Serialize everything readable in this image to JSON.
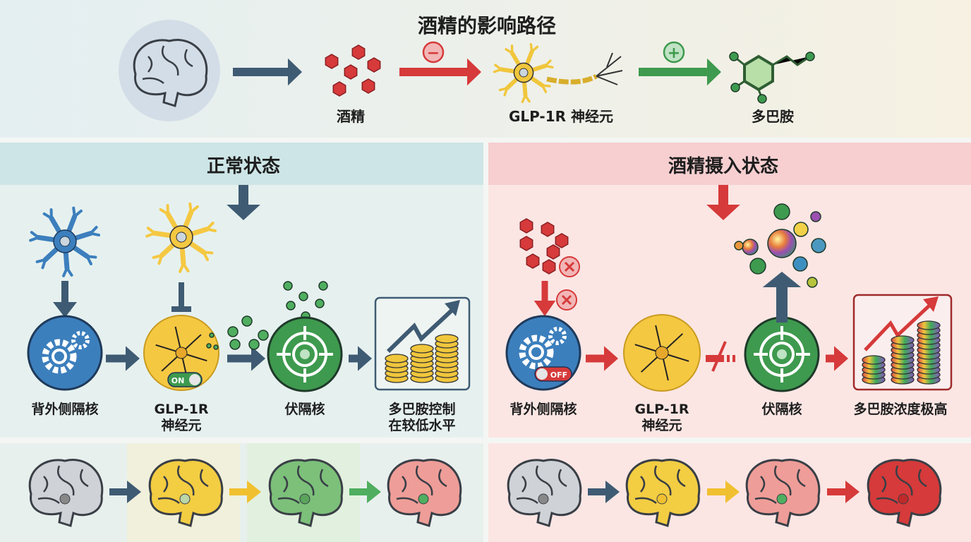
{
  "title": "酒精的影响路径",
  "top": {
    "alcohol_label": "酒精",
    "neuron_label": "GLP-1R 神经元",
    "dopamine_label": "多巴胺",
    "minus_sign": "−",
    "plus_sign": "+"
  },
  "normal": {
    "header": "正常状态",
    "dls_label": "背外侧隔核",
    "glp_label_1": "GLP-1R",
    "glp_label_2": "神经元",
    "toggle": "ON",
    "nac_label": "伏隔核",
    "result_1": "多巴胺控制",
    "result_2": "在较低水平"
  },
  "alcohol": {
    "header": "酒精摄入状态",
    "dls_label": "背外侧隔核",
    "glp_label_1": "GLP-1R",
    "glp_label_2": "神经元",
    "toggle": "OFF",
    "nac_label": "伏隔核",
    "result": "多巴胺浓度极高"
  },
  "colors": {
    "slate": "#3f5b73",
    "red": "#d63a3a",
    "green": "#3e9a4e",
    "yellow": "#f4c843",
    "blue": "#3c7fbd",
    "normal_bg": "#e6f1ef",
    "normal_header": "#cde5e6",
    "alcohol_bg": "#fbe6e4",
    "alcohol_header": "#f7cfd0"
  }
}
